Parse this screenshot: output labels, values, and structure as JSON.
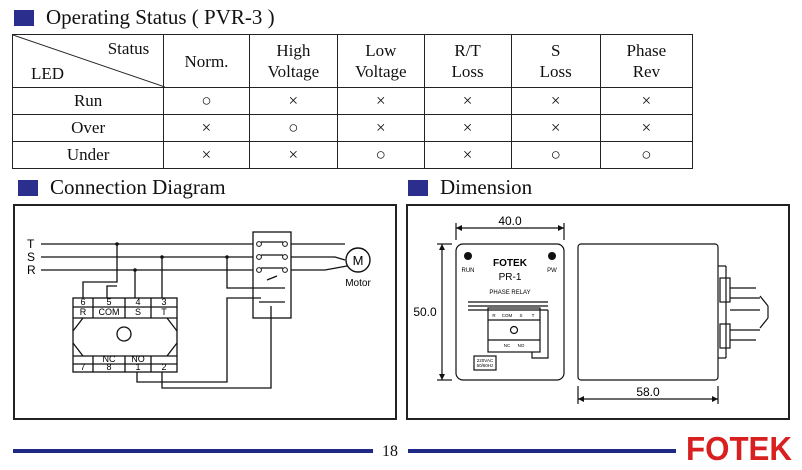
{
  "operating_status": {
    "title": "Operating Status ( PVR-3 )",
    "corner_top": "Status",
    "corner_bottom": "LED",
    "columns": [
      [
        "Norm."
      ],
      [
        "High",
        "Voltage"
      ],
      [
        "Low",
        "Voltage"
      ],
      [
        "R/T",
        "Loss"
      ],
      [
        "S",
        "Loss"
      ],
      [
        "Phase",
        "Rev"
      ]
    ],
    "rows": [
      {
        "label": "Run",
        "cells": [
          "○",
          "×",
          "×",
          "×",
          "×",
          "×"
        ]
      },
      {
        "label": "Over",
        "cells": [
          "×",
          "○",
          "×",
          "×",
          "×",
          "×"
        ]
      },
      {
        "label": "Under",
        "cells": [
          "×",
          "×",
          "○",
          "×",
          "○",
          "○"
        ]
      }
    ]
  },
  "connection": {
    "title": "Connection Diagram",
    "lines": [
      "T",
      "S",
      "R"
    ],
    "motor_symbol": "M",
    "motor_label": "Motor",
    "terminals_top": [
      {
        "num": "6",
        "name": "R"
      },
      {
        "num": "5",
        "name": "COM"
      },
      {
        "num": "4",
        "name": "S"
      },
      {
        "num": "3",
        "name": "T"
      }
    ],
    "terminals_bottom": [
      {
        "num": "7",
        "name": ""
      },
      {
        "num": "8",
        "name": "NC"
      },
      {
        "num": "1",
        "name": "NO"
      },
      {
        "num": "2",
        "name": ""
      }
    ]
  },
  "dimension": {
    "title": "Dimension",
    "width_label": "40.0",
    "height_label": "50.0",
    "depth_label": "58.0",
    "brand_small": "FOTEK",
    "model": "PR-1",
    "subtitle": "PHASE RELAY",
    "led_left": "RUN",
    "led_right": "PW",
    "mini_terms": [
      "R",
      "COM",
      "S",
      "T"
    ],
    "mini_bottom": [
      "NC",
      "NO"
    ],
    "volt_label_1": "220VAC",
    "volt_label_2": "50/60Hz"
  },
  "footer": {
    "page_number": "18",
    "brand": "FOTEK",
    "accent": "#1f2a86",
    "brand_color": "#d7201f"
  }
}
